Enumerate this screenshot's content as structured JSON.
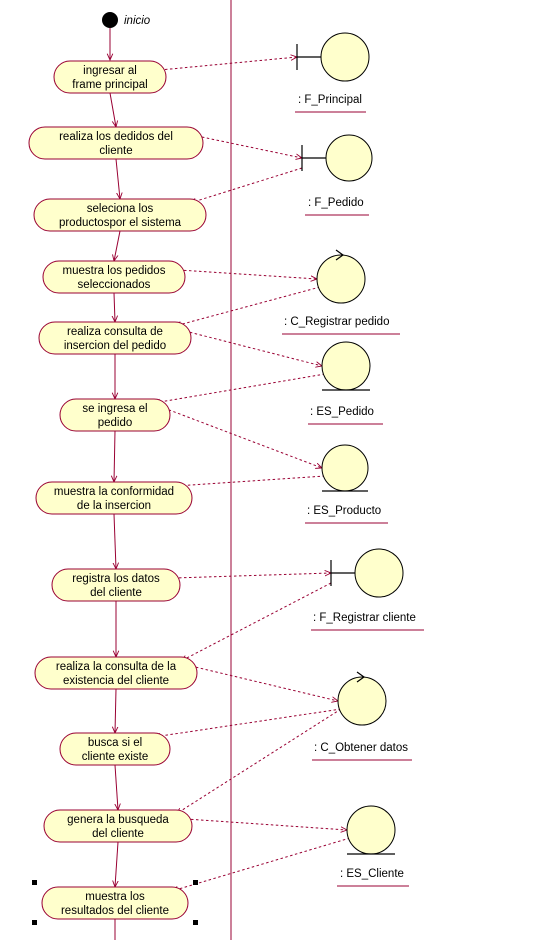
{
  "diagram": {
    "start_label": "inicio",
    "activities": [
      {
        "id": "a1",
        "lines": [
          "ingresar al",
          "frame principal"
        ]
      },
      {
        "id": "a2",
        "lines": [
          "realiza los dedidos del",
          "cliente"
        ]
      },
      {
        "id": "a3",
        "lines": [
          "seleciona los",
          "productospor el sistema"
        ]
      },
      {
        "id": "a4",
        "lines": [
          "muestra los pedidos",
          "seleccionados"
        ]
      },
      {
        "id": "a5",
        "lines": [
          "realiza consulta de",
          "insercion del pedido"
        ]
      },
      {
        "id": "a6",
        "lines": [
          "se ingresa el",
          "pedido"
        ]
      },
      {
        "id": "a7",
        "lines": [
          "muestra la conformidad",
          "de la insercion"
        ]
      },
      {
        "id": "a8",
        "lines": [
          "registra los datos",
          "del cliente"
        ]
      },
      {
        "id": "a9",
        "lines": [
          "realiza la consulta de la",
          "existencia del cliente"
        ]
      },
      {
        "id": "a10",
        "lines": [
          "busca si el",
          "cliente existe"
        ]
      },
      {
        "id": "a11",
        "lines": [
          "genera la busqueda",
          "del cliente"
        ]
      },
      {
        "id": "a12",
        "lines": [
          "muestra los",
          "resultados del cliente"
        ]
      }
    ],
    "objects": [
      {
        "id": "o1",
        "kind": "boundary",
        "label": ": F_Principal"
      },
      {
        "id": "o2",
        "kind": "boundary",
        "label": ": F_Pedido"
      },
      {
        "id": "o3",
        "kind": "control",
        "label": ": C_Registrar pedido"
      },
      {
        "id": "o4",
        "kind": "entity",
        "label": ": ES_Pedido"
      },
      {
        "id": "o5",
        "kind": "entity",
        "label": ": ES_Producto"
      },
      {
        "id": "o6",
        "kind": "boundary",
        "label": ": F_Registrar cliente"
      },
      {
        "id": "o7",
        "kind": "control",
        "label": ": C_Obtener datos"
      },
      {
        "id": "o8",
        "kind": "entity",
        "label": ": ES_Cliente"
      }
    ],
    "dependencies": [
      [
        "a1",
        "o1"
      ],
      [
        "a2",
        "o2"
      ],
      [
        "o2",
        "a3"
      ],
      [
        "a4",
        "o3"
      ],
      [
        "o3",
        "a5"
      ],
      [
        "a5",
        "o4"
      ],
      [
        "o4",
        "a6"
      ],
      [
        "a6",
        "o5"
      ],
      [
        "o5",
        "a7"
      ],
      [
        "a8",
        "o6"
      ],
      [
        "o6",
        "a9"
      ],
      [
        "a9",
        "o7"
      ],
      [
        "o7",
        "a10"
      ],
      [
        "o7",
        "a11"
      ],
      [
        "a11",
        "o8"
      ],
      [
        "o8",
        "a12"
      ]
    ],
    "colors": {
      "line": "#990033",
      "fill": "#ffffcc",
      "start": "#000000"
    }
  }
}
